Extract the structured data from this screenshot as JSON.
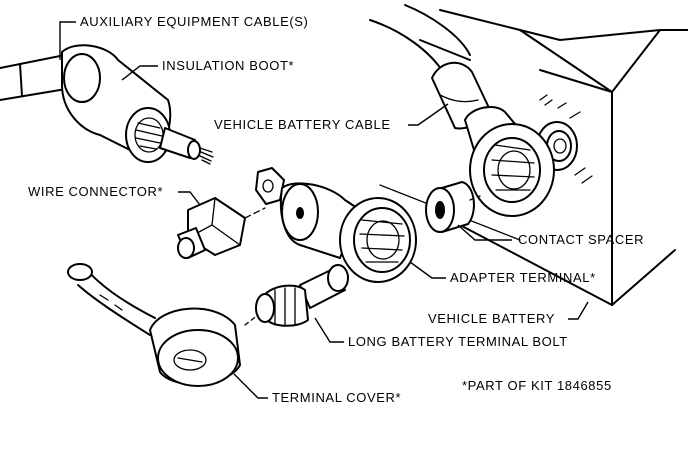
{
  "labels": {
    "auxiliary_cable": "AUXILIARY EQUIPMENT CABLE(S)",
    "insulation_boot": "INSULATION BOOT*",
    "vehicle_battery_cable": "VEHICLE BATTERY CABLE",
    "wire_connector": "WIRE CONNECTOR*",
    "contact_spacer": "CONTACT SPACER",
    "adapter_terminal": "ADAPTER TERMINAL*",
    "vehicle_battery": "VEHICLE BATTERY",
    "long_bolt": "LONG BATTERY TERMINAL BOLT",
    "terminal_cover": "TERMINAL COVER*",
    "kit_note": "*PART OF KIT 1846855"
  }
}
